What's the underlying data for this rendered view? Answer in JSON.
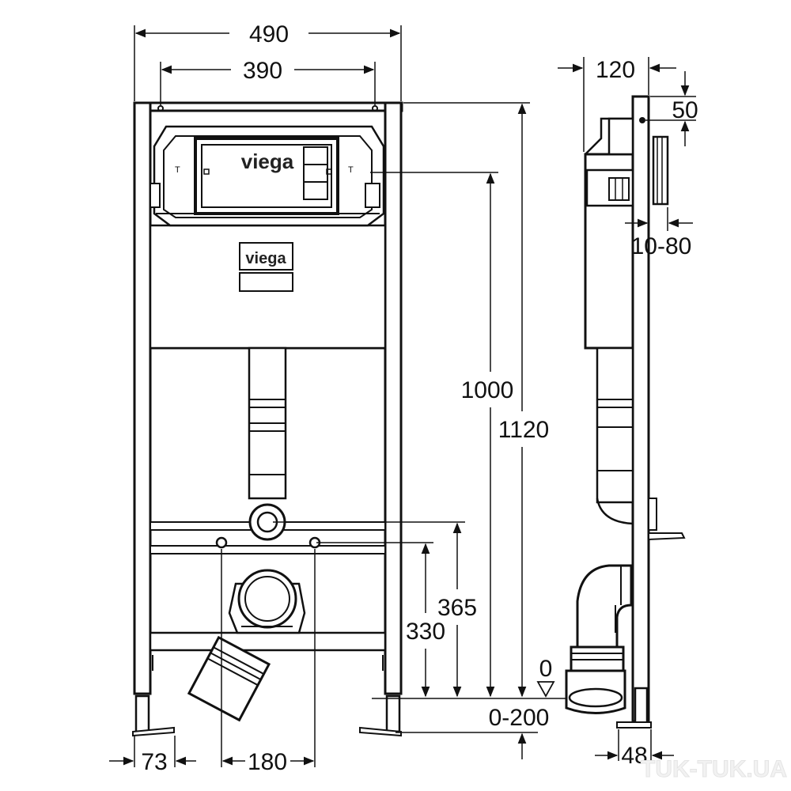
{
  "front_view": {
    "dimensions": {
      "total_width": "490",
      "inner_width": "390",
      "foot_width": "73",
      "bolt_spacing": "180",
      "height_total": "1120",
      "height_actuator": "1000",
      "height_upper_bolt": "365",
      "height_lower_bolt": "330",
      "floor_adjust": "0-200",
      "zero_level": "0"
    },
    "logos": {
      "cistern_logo": "viega",
      "plate_logo": "viega"
    }
  },
  "side_view": {
    "dimensions": {
      "depth": "120",
      "bracket_offset": "50",
      "wall_gap": "10-80",
      "foot_depth": "48"
    }
  },
  "watermark": "TUK-TUK.UA"
}
